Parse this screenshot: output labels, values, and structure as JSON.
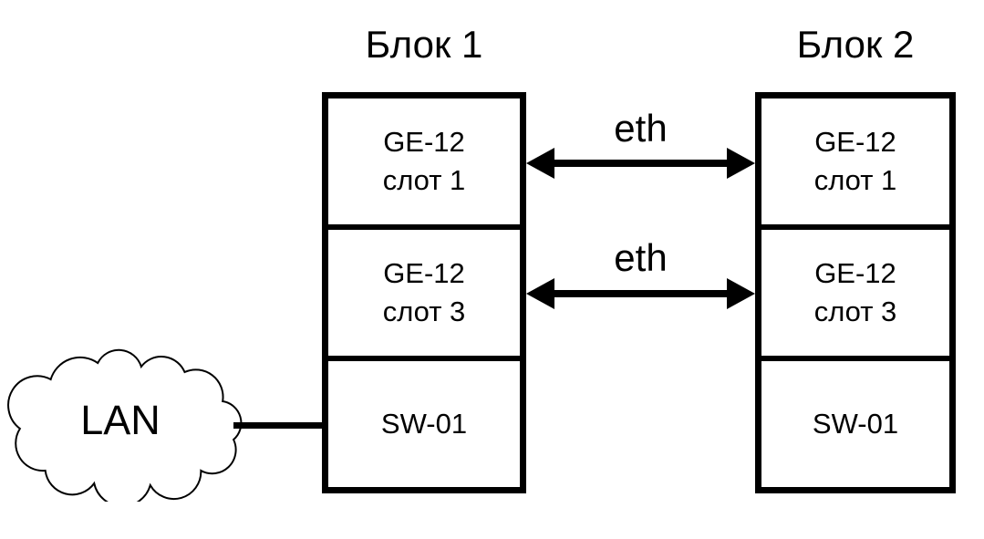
{
  "diagram_type": "network-hardware-diagram",
  "colors": {
    "background": "#ffffff",
    "line": "#000000",
    "text": "#000000"
  },
  "cloud": {
    "label": "LAN"
  },
  "lan_link": {
    "from": "LAN",
    "to": "Блок 1 SW-01"
  },
  "blocks": [
    {
      "title": "Блок 1",
      "cells": [
        {
          "lines": [
            "GE-12",
            "слот 1"
          ]
        },
        {
          "lines": [
            "GE-12",
            "слот 3"
          ]
        },
        {
          "lines": [
            "SW-01"
          ]
        }
      ]
    },
    {
      "title": "Блок 2",
      "cells": [
        {
          "lines": [
            "GE-12",
            "слот 1"
          ]
        },
        {
          "lines": [
            "GE-12",
            "слот 3"
          ]
        },
        {
          "lines": [
            "SW-01"
          ]
        }
      ]
    }
  ],
  "links": [
    {
      "label": "eth",
      "from": "Блок 1 GE-12 слот 1",
      "to": "Блок 2 GE-12 слот 1",
      "style": "double-arrow"
    },
    {
      "label": "eth",
      "from": "Блок 1 GE-12 слот 3",
      "to": "Блок 2 GE-12 слот 3",
      "style": "double-arrow"
    }
  ]
}
